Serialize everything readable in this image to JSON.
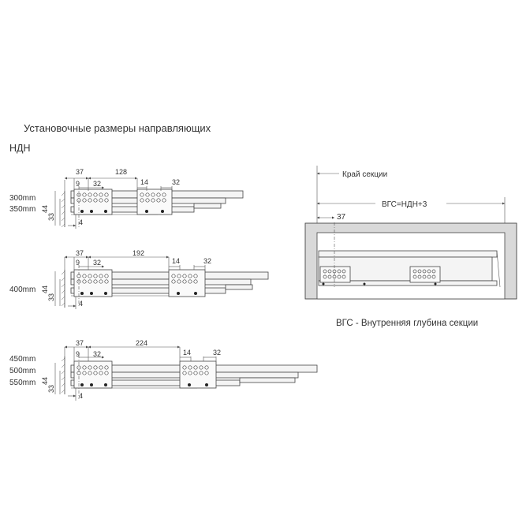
{
  "title": "Установочные размеры направляющих",
  "subtitle": "НДН",
  "rows": [
    {
      "lengths": [
        "300mm",
        "350mm"
      ],
      "dims": {
        "left": "37",
        "pitch_long": "128",
        "pitch_small": "32",
        "offset": "9",
        "second_offset": "14",
        "second_pitch": "32",
        "height_outer": "44",
        "height_inner": "33",
        "bottom": "4"
      }
    },
    {
      "lengths": [
        "400mm"
      ],
      "dims": {
        "left": "37",
        "pitch_long": "192",
        "pitch_small": "32",
        "offset": "9",
        "second_offset": "14",
        "second_pitch": "32",
        "height_outer": "44",
        "height_inner": "33",
        "bottom": "4"
      }
    },
    {
      "lengths": [
        "450mm",
        "500mm",
        "550mm"
      ],
      "dims": {
        "left": "37",
        "pitch_long": "224",
        "pitch_small": "32",
        "offset": "9",
        "second_offset": "14",
        "second_pitch": "32",
        "height_outer": "44",
        "height_inner": "33",
        "bottom": "4"
      }
    }
  ],
  "cabinet": {
    "edge_label": "Край секции",
    "formula": "ВГС=НДН+3",
    "offset": "37",
    "note": "ВГС - Внутренняя глубина секции"
  },
  "colors": {
    "line": "#444444",
    "text": "#333333",
    "rail_fill": "#f4f4f4"
  }
}
